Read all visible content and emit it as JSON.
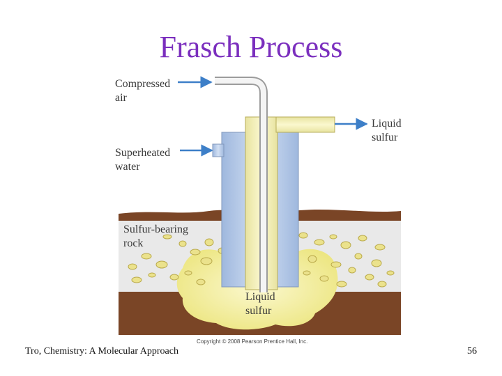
{
  "slide": {
    "title": "Frasch Process",
    "footer_source": "Tro, Chemistry: A Molecular Approach",
    "page_number": "56"
  },
  "diagram": {
    "labels": {
      "compressed_air_line1": "Compressed",
      "compressed_air_line2": "air",
      "superheated_water_line1": "Superheated",
      "superheated_water_line2": "water",
      "liquid_sulfur_out_line1": "Liquid",
      "liquid_sulfur_out_line2": "sulfur",
      "rock_line1": "Sulfur-bearing",
      "rock_line2": "rock",
      "liquid_sulfur_pool_line1": "Liquid",
      "liquid_sulfur_pool_line2": "sulfur"
    },
    "copyright": "Copyright © 2008 Pearson Prentice Hall, Inc."
  },
  "colors": {
    "title": "#7b2fbe",
    "arrow": "#3d7fc8",
    "soil": "#7a4526",
    "rock_band": "#e9e9e9",
    "sulfur": "#f3eeaa",
    "water_pipe": "#bcd0ea",
    "air_pipe": "#d8d8d8"
  }
}
